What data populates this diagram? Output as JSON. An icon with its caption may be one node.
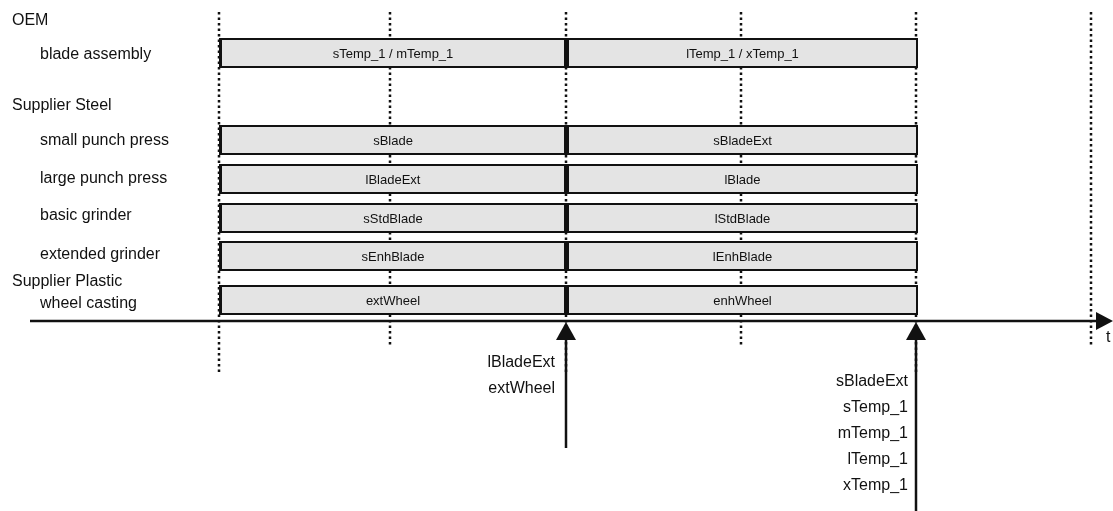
{
  "diagram": {
    "nodes": [
      {
        "text": [
          "sTemp_1 / mTemp_1"
        ]
      },
      {
        "text": [
          "lTemp_1 / xTemp_1"
        ]
      },
      {
        "text": [
          "sBlade"
        ]
      },
      {
        "text": [
          "sBladeExt"
        ]
      },
      {
        "text": [
          "lBladeExt"
        ]
      },
      {
        "text": [
          "lBlade"
        ]
      },
      {
        "text": [
          "sStdBlade"
        ]
      },
      {
        "text": [
          "lStdBlade"
        ]
      },
      {
        "text": [
          "sEnhBlade"
        ]
      },
      {
        "text": [
          "lEnhBlade"
        ]
      },
      {
        "text": [
          "extWheel"
        ]
      },
      {
        "text": [
          "enhWheel"
        ]
      }
    ],
    "labels": [
      "OEM",
      "blade assembly",
      "Supplier Steel",
      "small punch press",
      "large punch press",
      "basic grinder",
      "extended grinder",
      "Supplier Plastic",
      "wheel casting",
      "t",
      "lBladeExt",
      "extWheel",
      "sBladeExt",
      "sTemp_1",
      "mTemp_1",
      "lTemp_1",
      "xTemp_1"
    ]
  }
}
